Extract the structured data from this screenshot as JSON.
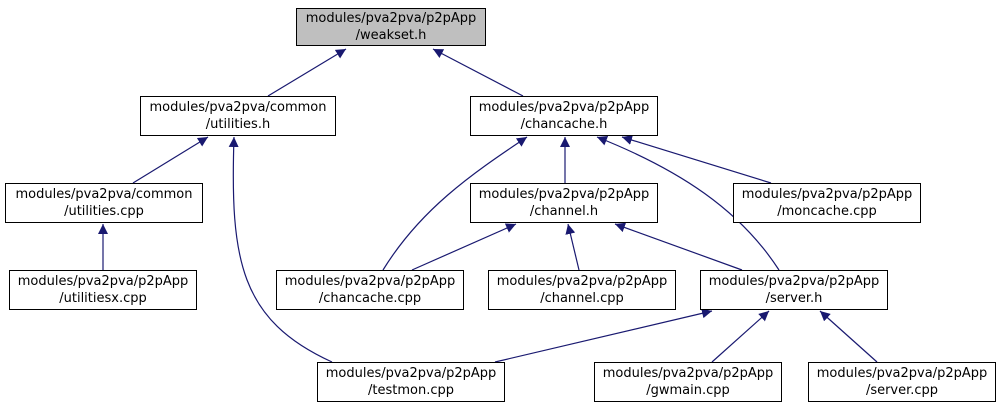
{
  "colors": {
    "edge": "#191970",
    "node_border": "#000000",
    "node_fill": "#ffffff",
    "root_fill": "#bfbfbf"
  },
  "nodes": {
    "weakset_h": {
      "line1": "modules/pva2pva/p2pApp",
      "line2": "/weakset.h"
    },
    "utilities_h": {
      "line1": "modules/pva2pva/common",
      "line2": "/utilities.h"
    },
    "chancache_h": {
      "line1": "modules/pva2pva/p2pApp",
      "line2": "/chancache.h"
    },
    "utilities_cpp": {
      "line1": "modules/pva2pva/common",
      "line2": "/utilities.cpp"
    },
    "channel_h": {
      "line1": "modules/pva2pva/p2pApp",
      "line2": "/channel.h"
    },
    "moncache_cpp": {
      "line1": "modules/pva2pva/p2pApp",
      "line2": "/moncache.cpp"
    },
    "utilitiesx_cpp": {
      "line1": "modules/pva2pva/p2pApp",
      "line2": "/utilitiesx.cpp"
    },
    "chancache_cpp": {
      "line1": "modules/pva2pva/p2pApp",
      "line2": "/chancache.cpp"
    },
    "channel_cpp": {
      "line1": "modules/pva2pva/p2pApp",
      "line2": "/channel.cpp"
    },
    "server_h": {
      "line1": "modules/pva2pva/p2pApp",
      "line2": "/server.h"
    },
    "testmon_cpp": {
      "line1": "modules/pva2pva/p2pApp",
      "line2": "/testmon.cpp"
    },
    "gwmain_cpp": {
      "line1": "modules/pva2pva/p2pApp",
      "line2": "/gwmain.cpp"
    },
    "server_cpp": {
      "line1": "modules/pva2pva/p2pApp",
      "line2": "/server.cpp"
    }
  }
}
